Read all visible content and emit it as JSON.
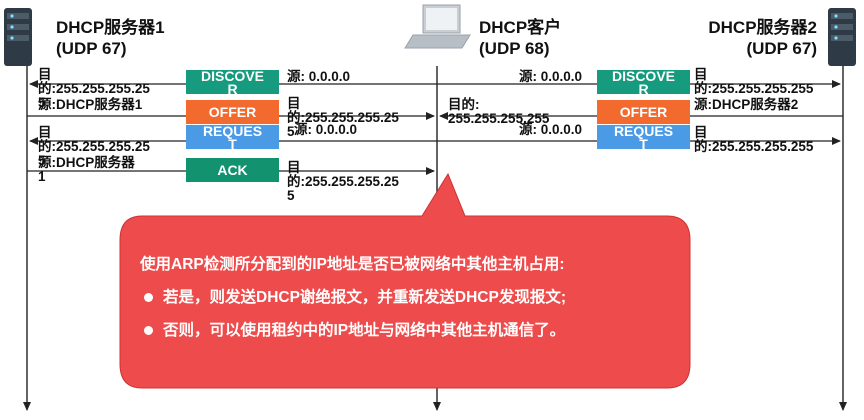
{
  "nodes": {
    "server1": {
      "title": "DHCP服务器1",
      "port": "(UDP 67)"
    },
    "client": {
      "title": "DHCP客户",
      "port": "(UDP 68)"
    },
    "server2": {
      "title": "DHCP服务器2",
      "port": "(UDP 67)"
    }
  },
  "messages": {
    "left": [
      {
        "name": "DISCOVE\nR"
      },
      {
        "name": "OFFER"
      },
      {
        "name": "REQUES\nT"
      },
      {
        "name": "ACK"
      }
    ],
    "right": [
      {
        "name": "DISCOVE\nR"
      },
      {
        "name": "OFFER"
      },
      {
        "name": "REQUES\nT"
      }
    ]
  },
  "labels": {
    "l_dst1": "目\n的:255.255.255.25\n5",
    "l_src_offer": "源:DHCP服务器1",
    "l_dst3": "目\n的:255.255.255.25\n5",
    "l_src_ack": "源:DHCP服务器\n1",
    "c_src1": "源: 0.0.0.0",
    "c_dst_offer": "目\n的:255.255.255.25\n5",
    "c_src3": "源: 0.0.0.0",
    "c_dst_ack": "目\n的:255.255.255.25\n5",
    "r_src1": "源: 0.0.0.0",
    "r_dst_offer": "目的:\n255.255.255.255",
    "r_src3": "源: 0.0.0.0",
    "r_dst1": "目\n的:255.255.255.255",
    "r_src_offer": "源:DHCP服务器2",
    "r_dst3": "目\n的:255.255.255.255"
  },
  "callout": {
    "line1": "使用ARP检测所分配到的IP地址是否已被网络中其他主机占用:",
    "line2": "若是，则发送DHCP谢绝报文，并重新发送DHCP发现报文;",
    "line3": "否则，可以使用租约中的IP地址与网络中其他主机通信了。"
  },
  "colors": {
    "callout": "#ee4c4c",
    "teal": "#169b7e",
    "orange": "#f36a2f",
    "blue": "#4a9ae6"
  }
}
